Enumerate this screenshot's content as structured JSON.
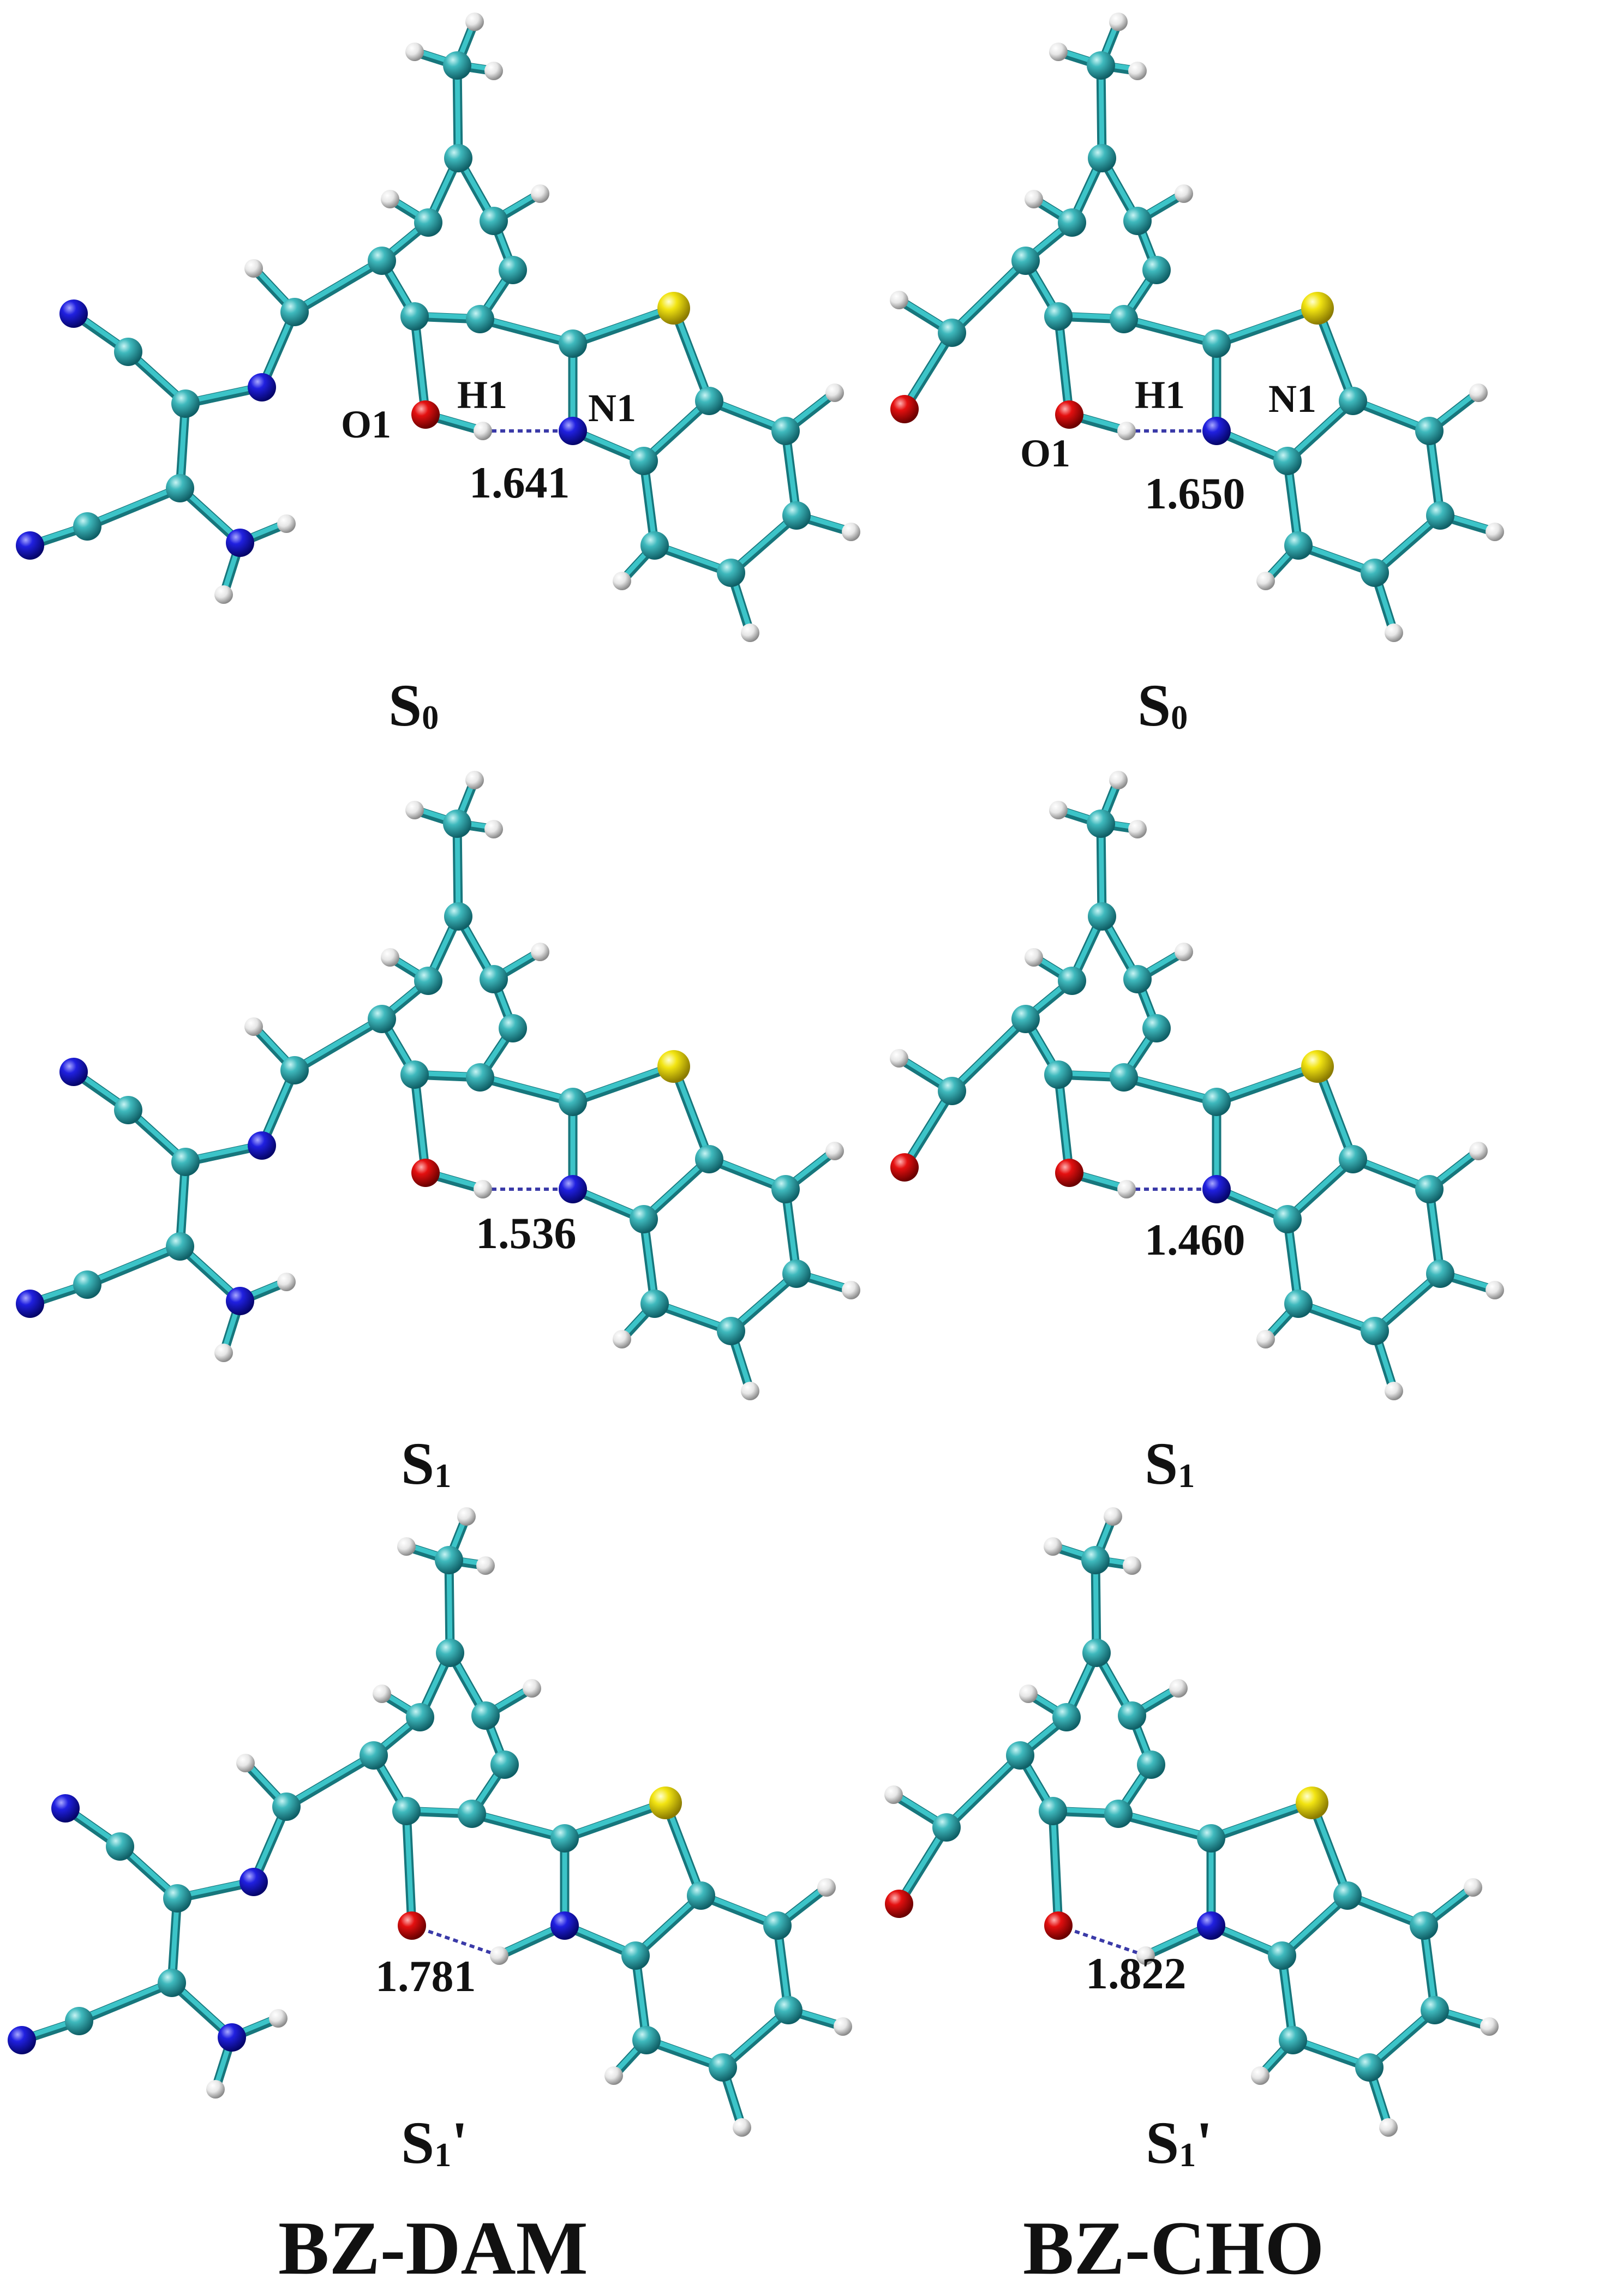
{
  "colors": {
    "carbon": "#2aa0a8",
    "carbon_bond": "#3cc4c8",
    "nitrogen": "#1a1ad8",
    "oxygen": "#e01010",
    "sulfur": "#f0e010",
    "hydrogen": "#e8e8e8",
    "hbond": "#3a3aa8"
  },
  "atom_labels": {
    "o1": "O1",
    "h1": "H1",
    "n1": "N1"
  },
  "captions": {
    "state_s0": "S",
    "state_s0_sub": "0",
    "state_s1": "S",
    "state_s1_sub": "1",
    "state_s1p": "S",
    "state_s1p_sub": "1",
    "state_s1p_prime": "'"
  },
  "compounds": {
    "left": "BZ-DAM",
    "right": "BZ-CHO"
  },
  "hbond_distances": {
    "bzdam_s0": "1.641",
    "bzcho_s0": "1.650",
    "bzdam_s1": "1.536",
    "bzcho_s1": "1.460",
    "bzdam_s1p": "1.781",
    "bzcho_s1p": "1.822"
  }
}
